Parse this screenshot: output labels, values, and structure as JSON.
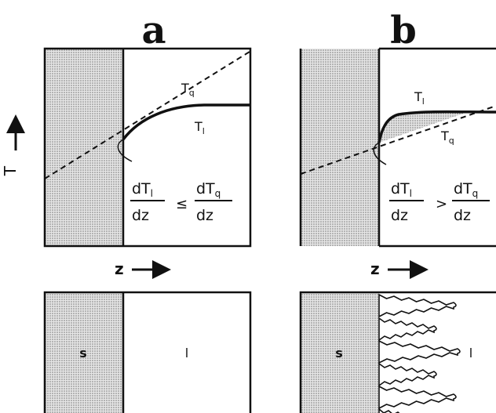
{
  "panels": {
    "a": {
      "letter": "a",
      "Tq": "T",
      "Tq_sub": "q",
      "Tl": "T",
      "Tl_sub": "l",
      "cond_left_num": "dT",
      "cond_left_sub": "l",
      "cond_left_den": "dz",
      "relation": "≤",
      "cond_right_num": "dT",
      "cond_right_sub": "q",
      "cond_right_den": "dz",
      "z": "z",
      "solid": "s",
      "liquid": "l"
    },
    "b": {
      "letter": "b",
      "Tq": "T",
      "Tq_sub": "q",
      "Tl": "T",
      "Tl_sub": "l",
      "cond_left_num": "dT",
      "cond_left_sub": "l",
      "cond_left_den": "dz",
      "relation": ">",
      "cond_right_num": "dT",
      "cond_right_sub": "q",
      "cond_right_den": "dz",
      "z": "z",
      "solid": "s",
      "liquid": "l"
    }
  },
  "axis": {
    "T": "T"
  },
  "colors": {
    "ink": "#111111",
    "stipple": "#cfcfcf",
    "paper": "#ffffff"
  }
}
